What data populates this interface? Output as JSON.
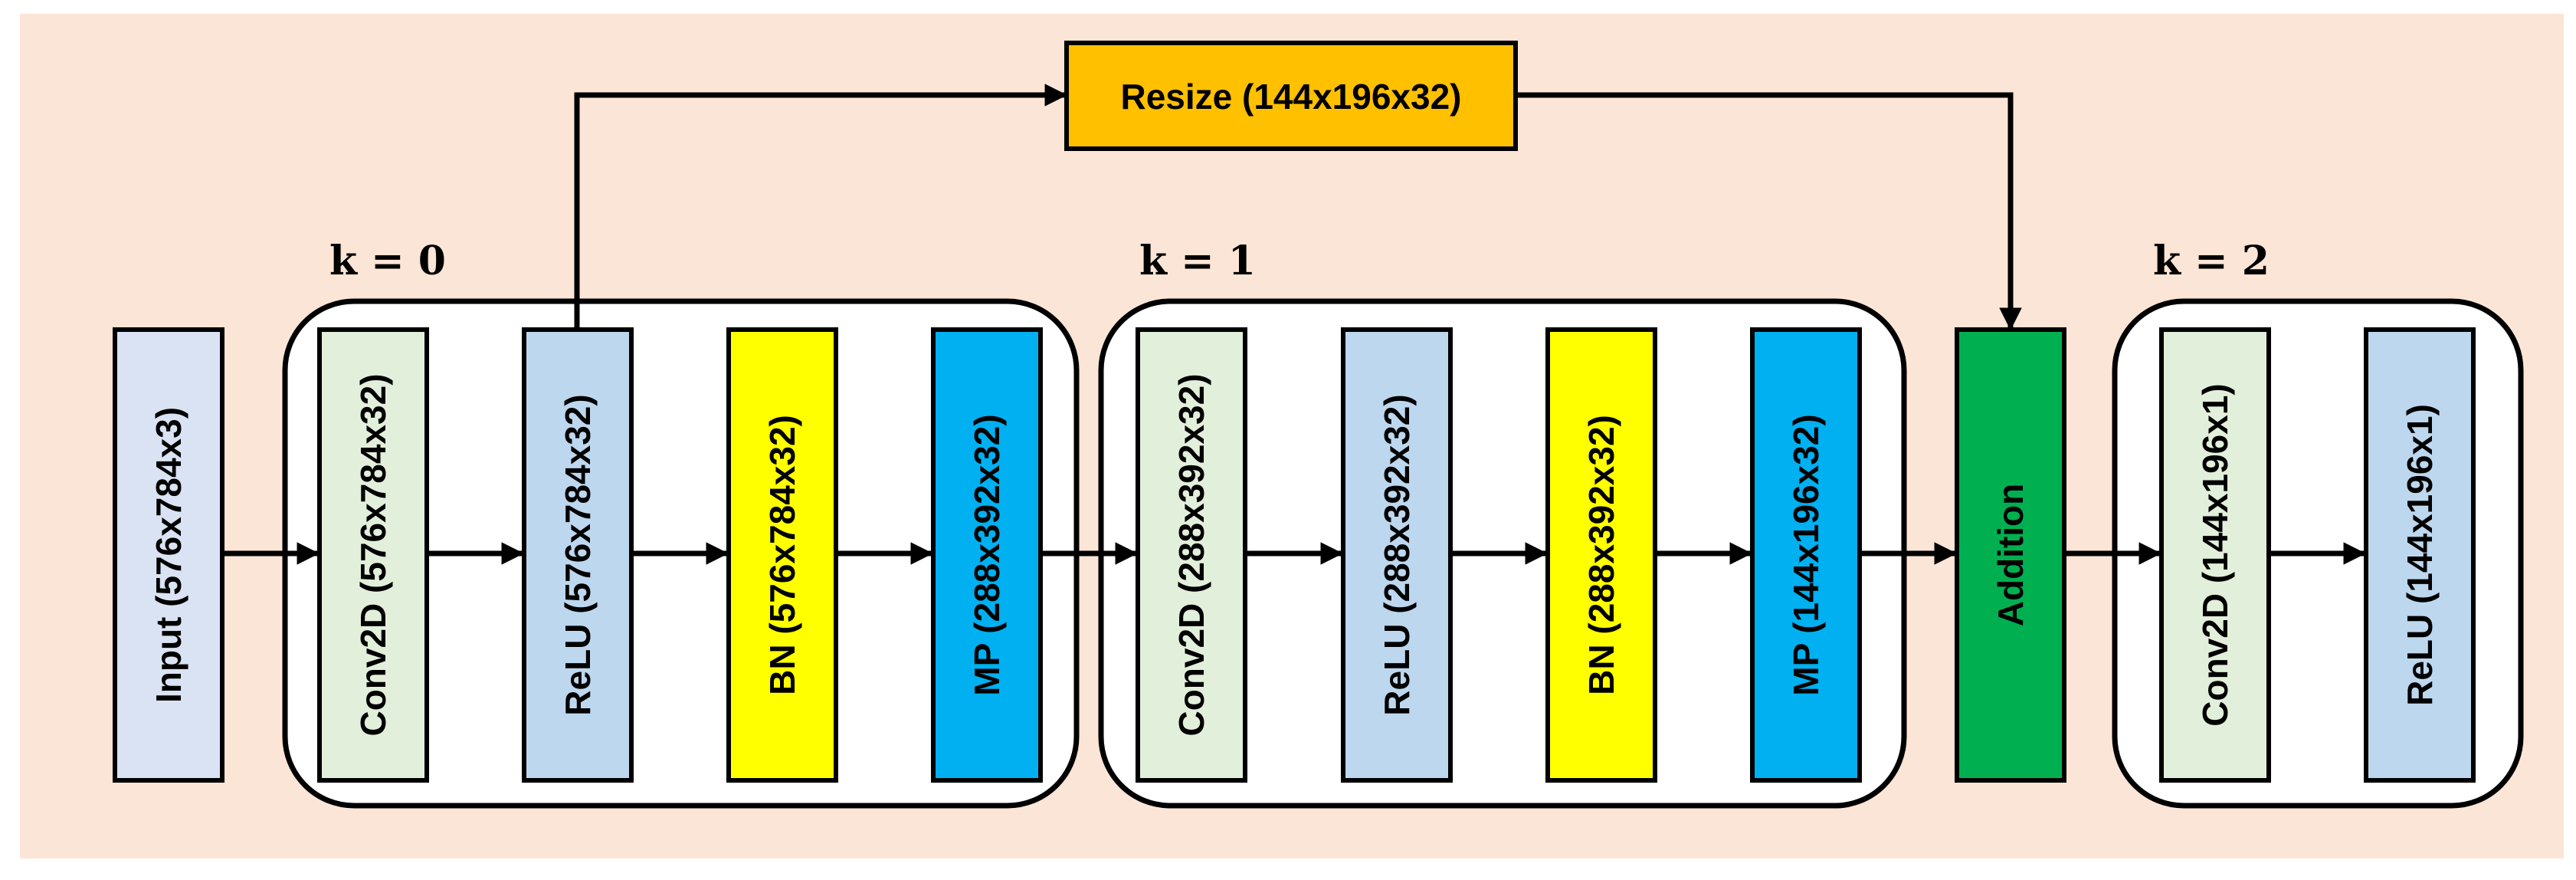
{
  "diagram": {
    "colors": {
      "background": "#fbe5d6",
      "input": "#dae3f3",
      "conv": "#e2efda",
      "relu": "#bdd7ee",
      "bn": "#ffff00",
      "mp": "#00b0f0",
      "resize": "#ffc000",
      "addition": "#00b050",
      "edge": "#000000"
    },
    "groups": [
      {
        "id": "k0",
        "label": "k = 0"
      },
      {
        "id": "k1",
        "label": "k = 1"
      },
      {
        "id": "k2",
        "label": "k = 2"
      }
    ],
    "nodes": {
      "input": "Input (576x784x3)",
      "conv0": "Conv2D (576x784x32)",
      "relu0": "ReLU (576x784x32)",
      "bn0": "BN (576x784x32)",
      "mp0": "MP (288x392x32)",
      "conv1": "Conv2D (288x392x32)",
      "relu1": "ReLU (288x392x32)",
      "bn1": "BN (288x392x32)",
      "mp1": "MP (144x196x32)",
      "addition": "Addition",
      "conv2": "Conv2D (144x196x1)",
      "relu2": "ReLU (144x196x1)",
      "resize": "Resize (144x196x32)"
    },
    "edges": [
      [
        "input",
        "conv0"
      ],
      [
        "conv0",
        "relu0"
      ],
      [
        "relu0",
        "bn0"
      ],
      [
        "bn0",
        "mp0"
      ],
      [
        "mp0",
        "conv1"
      ],
      [
        "conv1",
        "relu1"
      ],
      [
        "relu1",
        "bn1"
      ],
      [
        "bn1",
        "mp1"
      ],
      [
        "mp1",
        "addition"
      ],
      [
        "addition",
        "conv2"
      ],
      [
        "conv2",
        "relu2"
      ],
      [
        "relu0",
        "resize"
      ],
      [
        "resize",
        "addition"
      ]
    ]
  }
}
